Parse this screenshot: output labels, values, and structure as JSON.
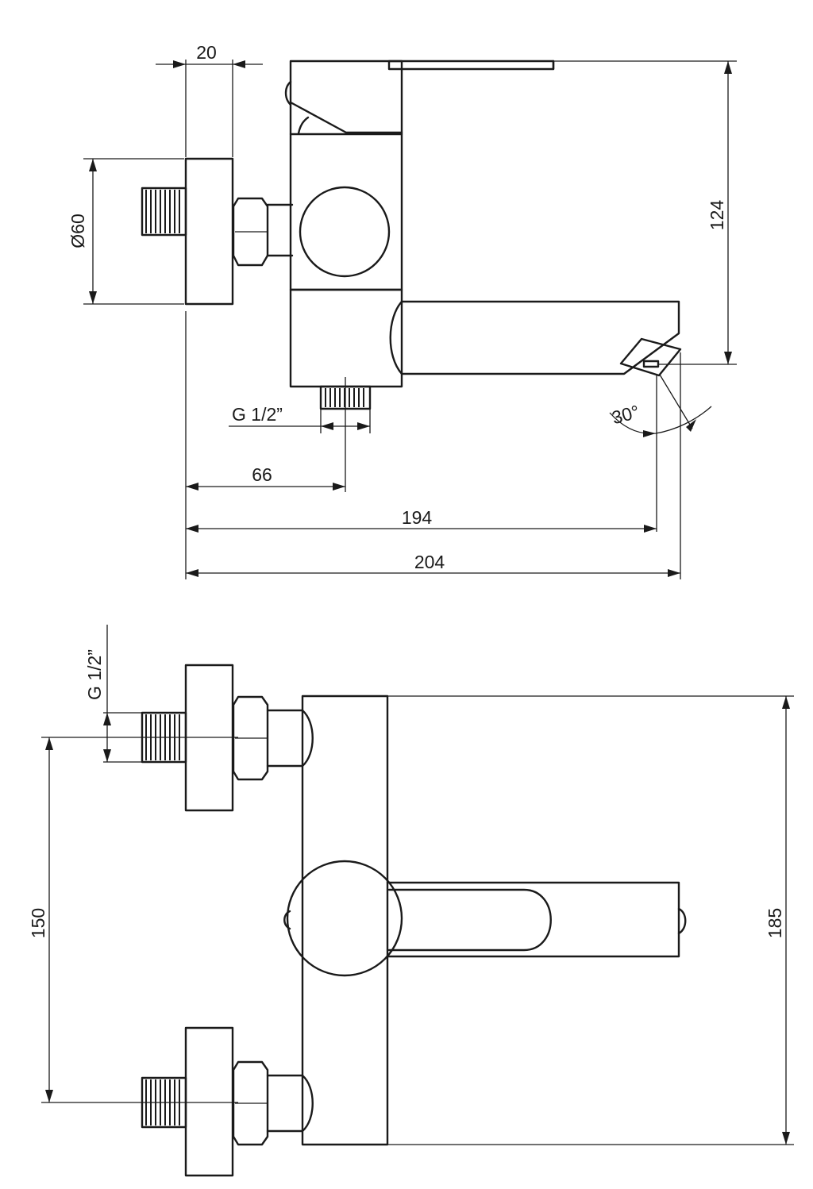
{
  "side_view": {
    "dims": {
      "flange_thickness": "20",
      "flange_diameter": "Ø60",
      "height": "124",
      "thread": "G 1/2”",
      "angle": "30°",
      "dim_66": "66",
      "dim_194": "194",
      "dim_204": "204"
    }
  },
  "top_view": {
    "dims": {
      "thread": "G 1/2”",
      "inlet_spacing": "150",
      "body_height": "185"
    }
  }
}
